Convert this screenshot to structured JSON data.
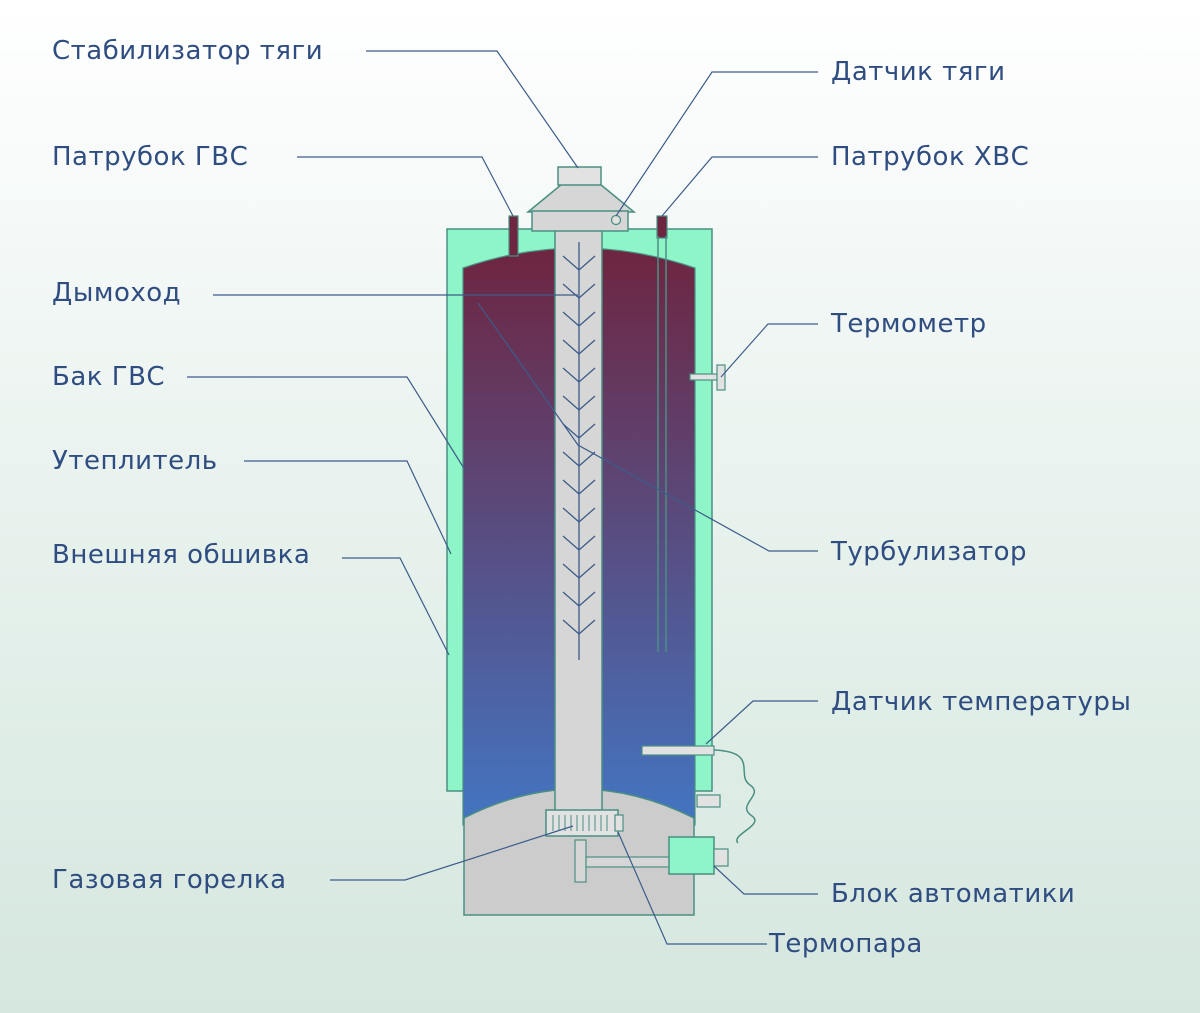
{
  "colors": {
    "label_text": "#2f4d80",
    "leader_line": "#3d5c8a",
    "insulation": "#8ef5c8",
    "outline": "#4a8f82",
    "tank_top": "#6e2540",
    "tank_bottom": "#4375c2",
    "flue": "#d6d6d6",
    "burner_chamber": "#cccccc",
    "control_box": "#8ef5c8"
  },
  "labels": {
    "draft_stabilizer": "Стабилизатор тяги",
    "draft_sensor": "Датчик тяги",
    "hot_water_pipe": "Патрубок ГВС",
    "cold_water_pipe": "Патрубок ХВС",
    "flue": "Дымоход",
    "thermometer": "Термометр",
    "hot_water_tank": "Бак ГВС",
    "insulation": "Утеплитель",
    "outer_casing": "Внешняя обшивка",
    "turbulator": "Турбулизатор",
    "temperature_sensor": "Датчик температуры",
    "gas_burner": "Газовая горелка",
    "control_unit": "Блок автоматики",
    "thermocouple": "Термопара"
  }
}
